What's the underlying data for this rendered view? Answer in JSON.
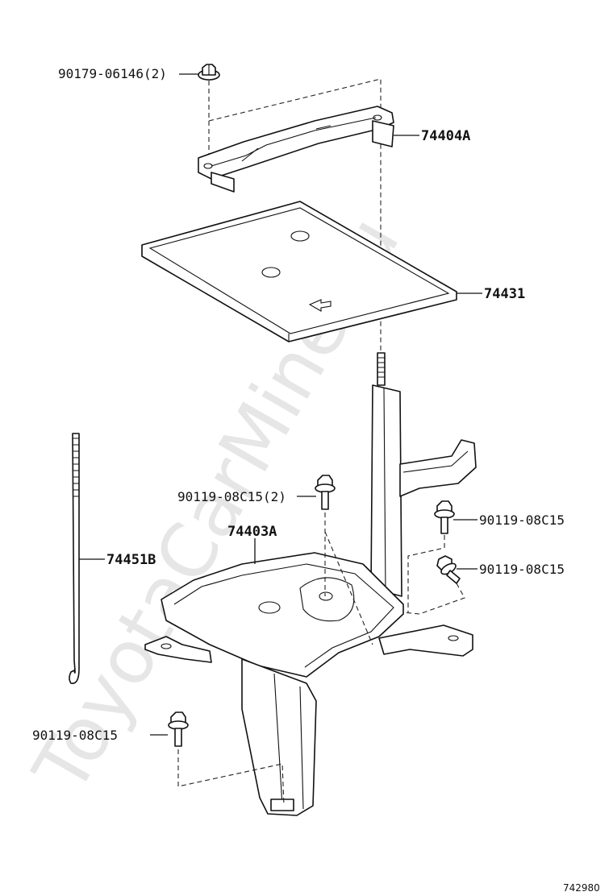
{
  "watermark": "ToyotaCarMine.ru",
  "labels": {
    "nut_top": "90179-06146(2)",
    "clamp": "74404A",
    "tray": "74431",
    "rod": "74451B",
    "bracket": "74403A",
    "bolt_mid": "90119-08C15(2)",
    "bolt_right_1": "90119-08C15",
    "bolt_right_2": "90119-08C15",
    "bolt_bottom": "90119-08C15"
  },
  "figure_number": "742980"
}
